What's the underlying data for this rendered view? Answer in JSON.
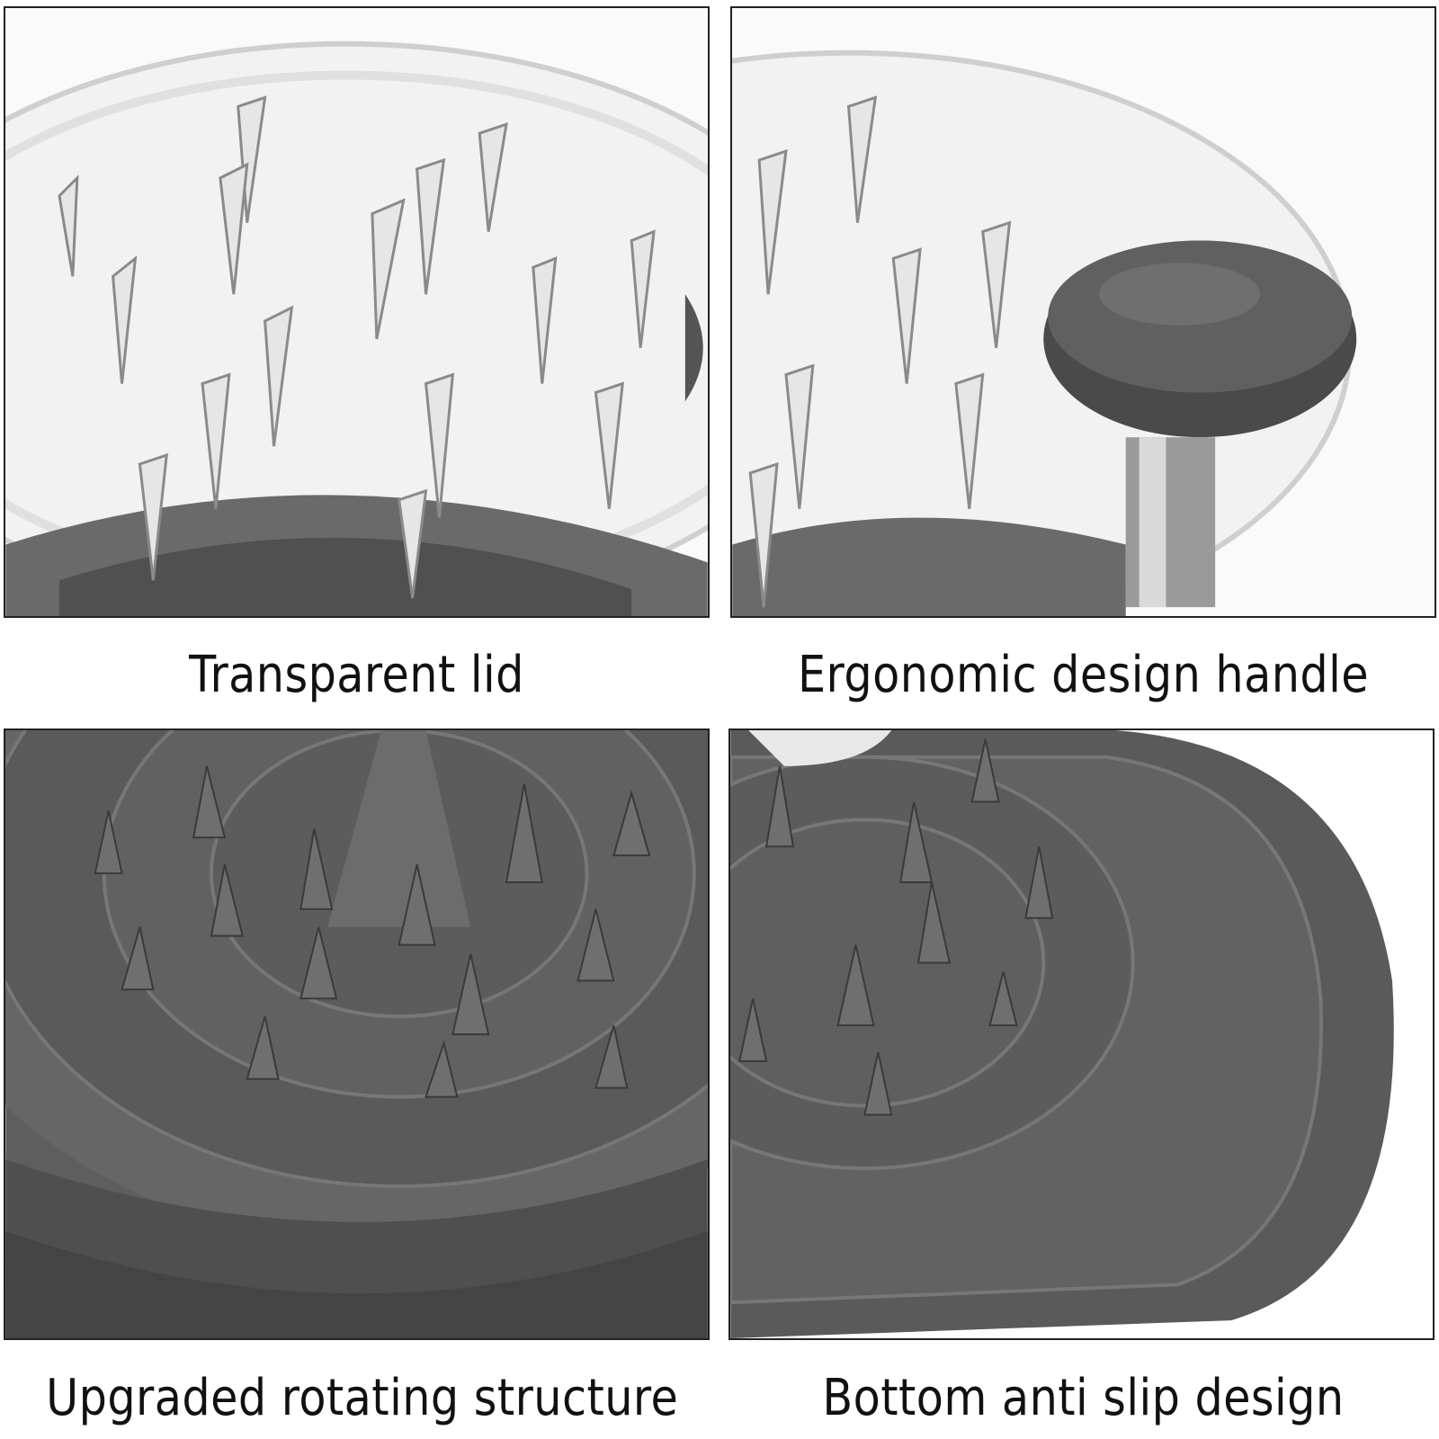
{
  "panels": [
    {
      "caption": "Transparent lid",
      "image": "transparent-lid-closeup-photo"
    },
    {
      "caption": "Ergonomic design handle",
      "image": "knob-handle-closeup-photo"
    },
    {
      "caption": "Upgraded rotating structure",
      "image": "spiked-grinder-base-photo"
    },
    {
      "caption": "Bottom anti slip design",
      "image": "grinder-base-edge-photo"
    }
  ],
  "colors": {
    "frame": "#222222",
    "product_gray": "#5a5a5a",
    "dark_gray": "#3e3e3e",
    "clear_lid": "#f4f4f4"
  }
}
